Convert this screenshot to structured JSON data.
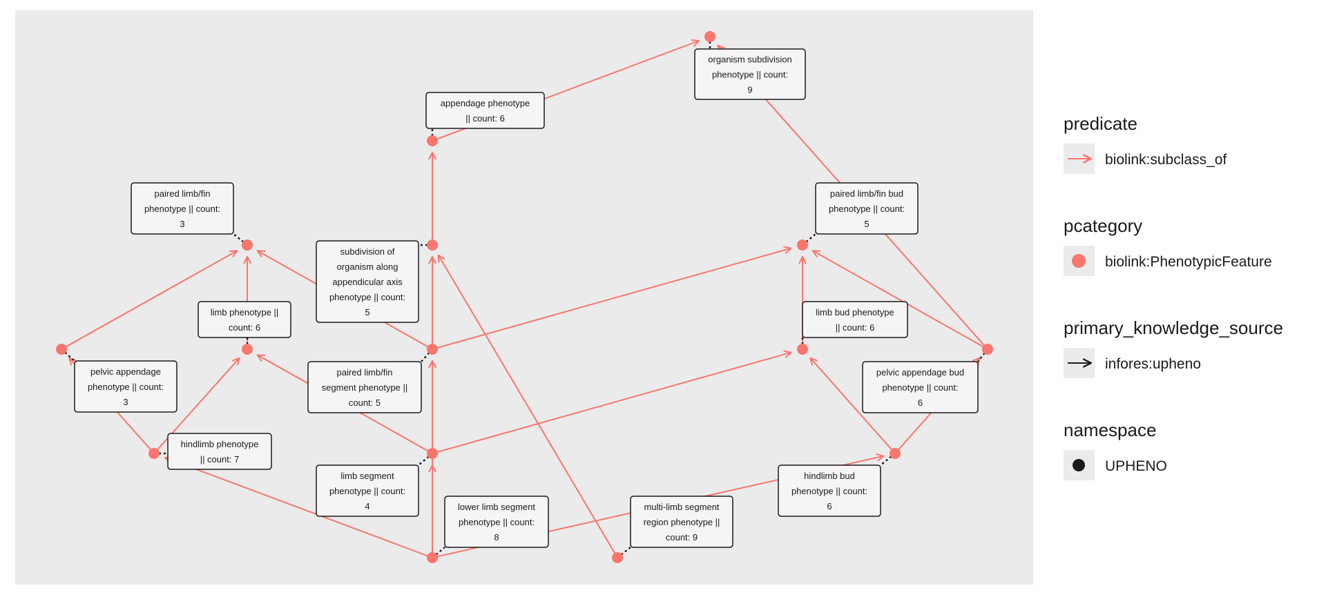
{
  "colors": {
    "panel": "#ebebeb",
    "edge": "#f8766d",
    "node": "#f8766d",
    "label_fill": "#f5f5f5",
    "label_border": "#1a1a1a",
    "connector": "#1a1a1a",
    "legend_key_bg": "#ebebeb"
  },
  "nodes": [
    {
      "id": "organism_subdivision",
      "label_lines": [
        "organism subdivision",
        "phenotype || count:",
        "9"
      ]
    },
    {
      "id": "appendage",
      "label_lines": [
        "appendage phenotype",
        "|| count: 6"
      ]
    },
    {
      "id": "paired_limb_fin",
      "label_lines": [
        "paired limb/fin",
        "phenotype || count:",
        "3"
      ]
    },
    {
      "id": "subdivision_appendicular",
      "label_lines": [
        "subdivision of",
        "organism along",
        "appendicular axis",
        "phenotype || count:",
        "5"
      ]
    },
    {
      "id": "paired_limb_fin_bud",
      "label_lines": [
        "paired limb/fin bud",
        "phenotype || count:",
        "5"
      ]
    },
    {
      "id": "pelvic_appendage",
      "label_lines": [
        "pelvic appendage",
        "phenotype || count:",
        "3"
      ]
    },
    {
      "id": "limb",
      "label_lines": [
        "limb phenotype ||",
        "count: 6"
      ]
    },
    {
      "id": "paired_limb_fin_segment",
      "label_lines": [
        "paired limb/fin",
        "segment phenotype ||",
        "count: 5"
      ]
    },
    {
      "id": "limb_bud",
      "label_lines": [
        "limb bud phenotype",
        "|| count: 6"
      ]
    },
    {
      "id": "pelvic_appendage_bud",
      "label_lines": [
        "pelvic appendage bud",
        "phenotype || count:",
        "6"
      ]
    },
    {
      "id": "hindlimb",
      "label_lines": [
        "hindlimb phenotype",
        "|| count: 7"
      ]
    },
    {
      "id": "limb_segment",
      "label_lines": [
        "limb segment",
        "phenotype || count:",
        "4"
      ]
    },
    {
      "id": "hindlimb_bud",
      "label_lines": [
        "hindlimb bud",
        "phenotype || count:",
        "6"
      ]
    },
    {
      "id": "lower_limb_segment",
      "label_lines": [
        "lower limb segment",
        "phenotype || count:",
        "8"
      ]
    },
    {
      "id": "multi_limb_segment",
      "label_lines": [
        "multi-limb segment",
        "region phenotype ||",
        "count: 9"
      ]
    }
  ],
  "edges": [
    {
      "from": "appendage",
      "to": "organism_subdivision"
    },
    {
      "from": "pelvic_appendage_bud",
      "to": "organism_subdivision"
    },
    {
      "from": "subdivision_appendicular",
      "to": "appendage"
    },
    {
      "from": "pelvic_appendage",
      "to": "paired_limb_fin"
    },
    {
      "from": "limb",
      "to": "paired_limb_fin"
    },
    {
      "from": "paired_limb_fin_segment",
      "to": "paired_limb_fin"
    },
    {
      "from": "paired_limb_fin_segment",
      "to": "subdivision_appendicular"
    },
    {
      "from": "multi_limb_segment",
      "to": "subdivision_appendicular"
    },
    {
      "from": "paired_limb_fin_segment",
      "to": "paired_limb_fin_bud"
    },
    {
      "from": "limb_bud",
      "to": "paired_limb_fin_bud"
    },
    {
      "from": "pelvic_appendage_bud",
      "to": "paired_limb_fin_bud"
    },
    {
      "from": "hindlimb",
      "to": "pelvic_appendage"
    },
    {
      "from": "hindlimb",
      "to": "limb"
    },
    {
      "from": "limb_segment",
      "to": "limb"
    },
    {
      "from": "limb_segment",
      "to": "paired_limb_fin_segment"
    },
    {
      "from": "lower_limb_segment",
      "to": "paired_limb_fin_segment"
    },
    {
      "from": "limb_segment",
      "to": "limb_bud"
    },
    {
      "from": "hindlimb_bud",
      "to": "limb_bud"
    },
    {
      "from": "hindlimb_bud",
      "to": "pelvic_appendage_bud"
    },
    {
      "from": "lower_limb_segment",
      "to": "hindlimb"
    },
    {
      "from": "lower_limb_segment",
      "to": "limb_segment"
    },
    {
      "from": "lower_limb_segment",
      "to": "hindlimb_bud"
    }
  ],
  "legend": {
    "predicate": {
      "title": "predicate",
      "item": "biolink:subclass_of"
    },
    "pcategory": {
      "title": "pcategory",
      "item": "biolink:PhenotypicFeature"
    },
    "primary_knowledge_source": {
      "title": "primary_knowledge_source",
      "item": "infores:upheno"
    },
    "namespace": {
      "title": "namespace",
      "item": "UPHENO"
    }
  }
}
